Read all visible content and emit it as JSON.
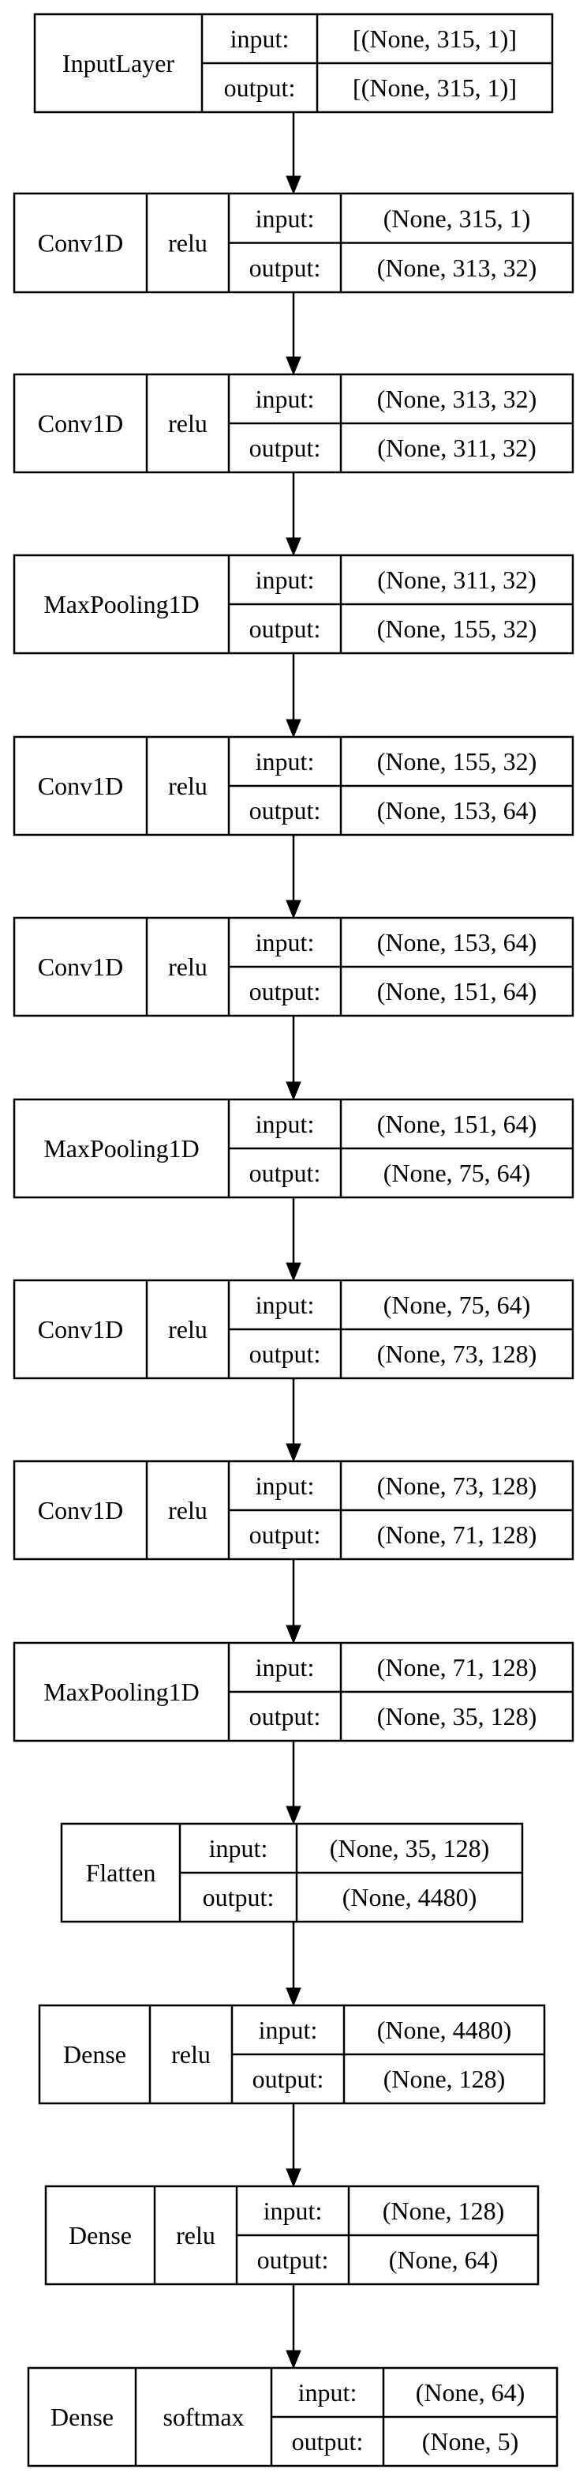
{
  "labels": {
    "input": "input:",
    "output": "output:"
  },
  "layers": [
    {
      "name": "InputLayer",
      "activation": "",
      "input": "[(None, 315, 1)]",
      "output": "[(None, 315, 1)]"
    },
    {
      "name": "Conv1D",
      "activation": "relu",
      "input": "(None, 315, 1)",
      "output": "(None, 313, 32)"
    },
    {
      "name": "Conv1D",
      "activation": "relu",
      "input": "(None, 313, 32)",
      "output": "(None, 311, 32)"
    },
    {
      "name": "MaxPooling1D",
      "activation": "",
      "input": "(None, 311, 32)",
      "output": "(None, 155, 32)"
    },
    {
      "name": "Conv1D",
      "activation": "relu",
      "input": "(None, 155, 32)",
      "output": "(None, 153, 64)"
    },
    {
      "name": "Conv1D",
      "activation": "relu",
      "input": "(None, 153, 64)",
      "output": "(None, 151, 64)"
    },
    {
      "name": "MaxPooling1D",
      "activation": "",
      "input": "(None, 151, 64)",
      "output": "(None, 75, 64)"
    },
    {
      "name": "Conv1D",
      "activation": "relu",
      "input": "(None, 75, 64)",
      "output": "(None, 73, 128)"
    },
    {
      "name": "Conv1D",
      "activation": "relu",
      "input": "(None, 73, 128)",
      "output": "(None, 71, 128)"
    },
    {
      "name": "MaxPooling1D",
      "activation": "",
      "input": "(None, 71, 128)",
      "output": "(None, 35, 128)"
    },
    {
      "name": "Flatten",
      "activation": "",
      "input": "(None, 35, 128)",
      "output": "(None, 4480)"
    },
    {
      "name": "Dense",
      "activation": "relu",
      "input": "(None, 4480)",
      "output": "(None, 128)"
    },
    {
      "name": "Dense",
      "activation": "relu",
      "input": "(None, 128)",
      "output": "(None, 64)"
    },
    {
      "name": "Dense",
      "activation": "softmax",
      "input": "(None, 64)",
      "output": "(None, 5)"
    }
  ]
}
